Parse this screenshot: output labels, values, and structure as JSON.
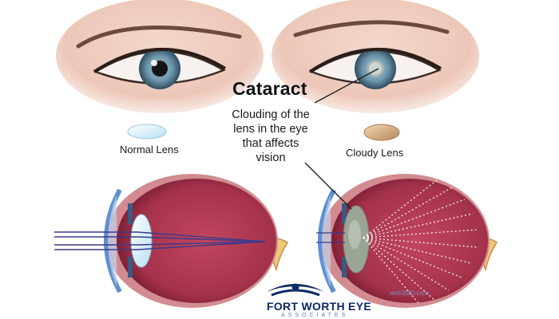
{
  "title": "Cataract",
  "description_lines": [
    "Clouding of the",
    "lens in the eye",
    "that affects",
    "vision"
  ],
  "lenses": {
    "normal_label": "Normal Lens",
    "cloudy_label": "Cloudy Lens"
  },
  "watermark": "web3MD.com",
  "logo": {
    "name": "FORT WORTH EYE",
    "tagline": "ASSOCIATES"
  },
  "colors": {
    "iris": "#6f97ad",
    "eyeball_interior": "#a3324a",
    "sclera_shell": "#c77a80",
    "normal_lens": "#c9e6f6",
    "cloudy_lens": "#9ba596",
    "light_rays": "#3a3a8a",
    "logo_navy": "#0b2a66"
  }
}
